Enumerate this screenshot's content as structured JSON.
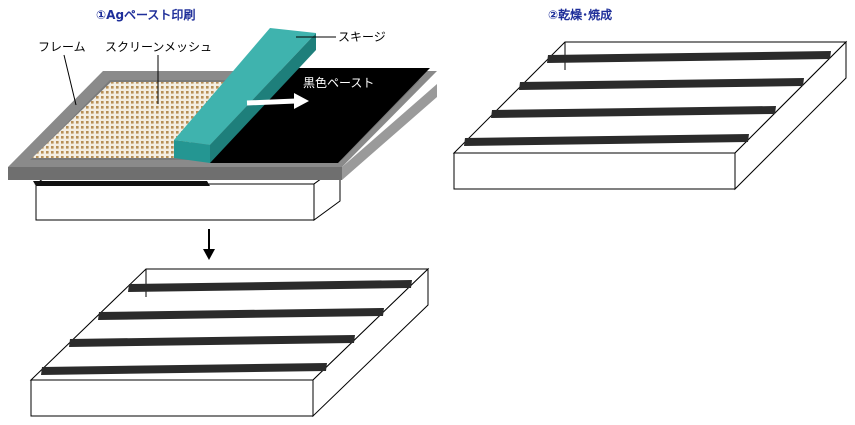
{
  "step1": {
    "title": "①Agペースト印刷",
    "labels": {
      "frame": "フレーム",
      "screen_mesh": "スクリーンメッシュ",
      "squeegee": "スキージ",
      "black_paste": "黒色ペースト"
    }
  },
  "step2": {
    "title": "②乾燥･焼成"
  },
  "colors": {
    "squeegee": "#2a9a96",
    "paste": "#000000",
    "frame": "#8a8a8a",
    "mesh_dot": "#b78f56",
    "stripe": "#2b2b2b",
    "title": "#1f2f9a"
  }
}
